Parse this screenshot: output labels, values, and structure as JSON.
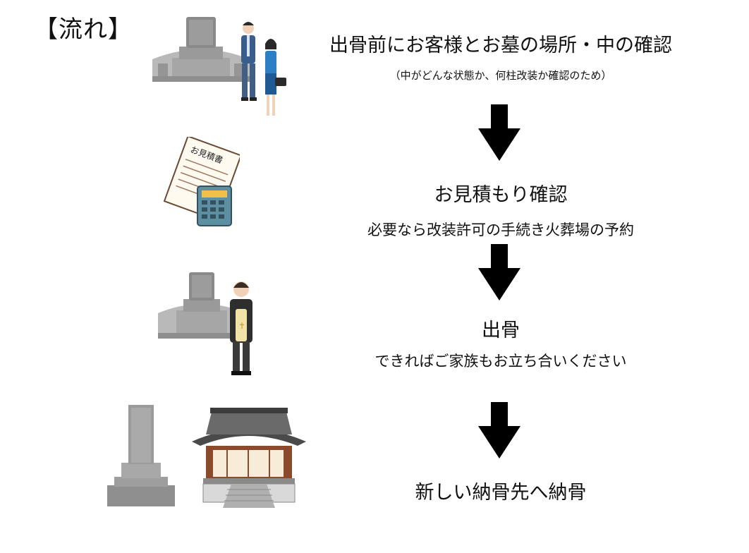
{
  "heading": "【流れ】",
  "steps": [
    {
      "title": "出骨前にお客様とお墓の場所・中の確認",
      "note": "（中がどんな状態か、何柱改装か確認のため）"
    },
    {
      "title": "お見積もり確認",
      "note": "必要なら改装許可の手続き火葬場の予約"
    },
    {
      "title": "出骨",
      "note": "できればご家族もお立ち合いください"
    },
    {
      "title": "新しい納骨先へ納骨"
    }
  ],
  "illustrations": {
    "estimate_doc_label": "お見積書"
  }
}
